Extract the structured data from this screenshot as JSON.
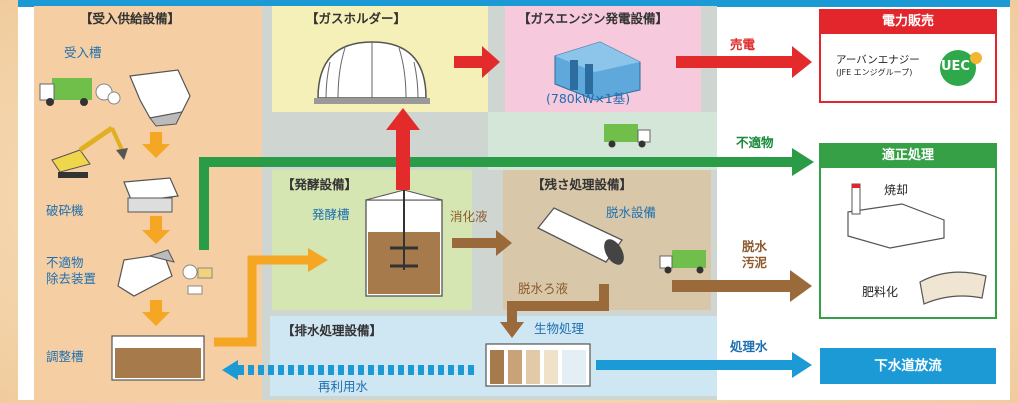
{
  "colors": {
    "top_bar": "#1b9ad6",
    "intake_bg": "#f5cfa3",
    "holder_bg": "#f4f0b8",
    "engine_bg": "#f6c9dc",
    "ferment_bg": "#d5e6b3",
    "residue_bg": "#d8c7a9",
    "drain_bg": "#cfe6f3",
    "arrow_red": "#e32b2b",
    "arrow_green": "#2a9b46",
    "arrow_brown": "#9a6a3b",
    "arrow_orange": "#f5a623",
    "arrow_blue": "#1b9ad6",
    "box_red": "#e3262c",
    "box_green": "#36a046",
    "box_blue": "#1b9ad6"
  },
  "sections": {
    "intake": "【受入供給設備】",
    "gas_holder": "【ガスホルダー】",
    "gas_engine": "【ガスエンジン発電設備】",
    "fermentation": "【発酵設備】",
    "residue": "【残さ処理設備】",
    "drainage": "【排水処理設備】"
  },
  "labels": {
    "receiving_tank": "受入槽",
    "crusher": "破砕機",
    "foreign_removal_1": "不適物",
    "foreign_removal_2": "除去装置",
    "adjustment_tank": "調整槽",
    "fermenter": "発酵槽",
    "digestate": "消化液",
    "dewatering": "脱水設備",
    "filtrate": "脱水ろ液",
    "bio_treatment": "生物処理",
    "reuse_water": "再利用水",
    "engine_capacity": "(780kW×1基)"
  },
  "flows": {
    "electricity_sale": "売電",
    "unsuitable": "不適物",
    "dewatered_sludge_1": "脱水",
    "dewatered_sludge_2": "汚泥",
    "treated_water": "処理水"
  },
  "outputs": {
    "power_sales": {
      "title": "電力販売",
      "company": "アーバンエナジー",
      "group": "(JFE エンジグループ)",
      "logo": "UEC"
    },
    "proper_treatment": {
      "title": "適正処理",
      "incineration": "焼却",
      "fertilizer": "肥料化"
    },
    "sewer": {
      "title": "下水道放流"
    }
  },
  "icons": [
    "truck-icon",
    "hopper-icon",
    "excavator-icon",
    "crusher-icon",
    "separator-icon",
    "tank-icon",
    "dome-icon",
    "generator-icon",
    "fermenter-icon",
    "centrifuge-icon",
    "bio-tank-icon",
    "incinerator-icon",
    "compost-icon"
  ]
}
